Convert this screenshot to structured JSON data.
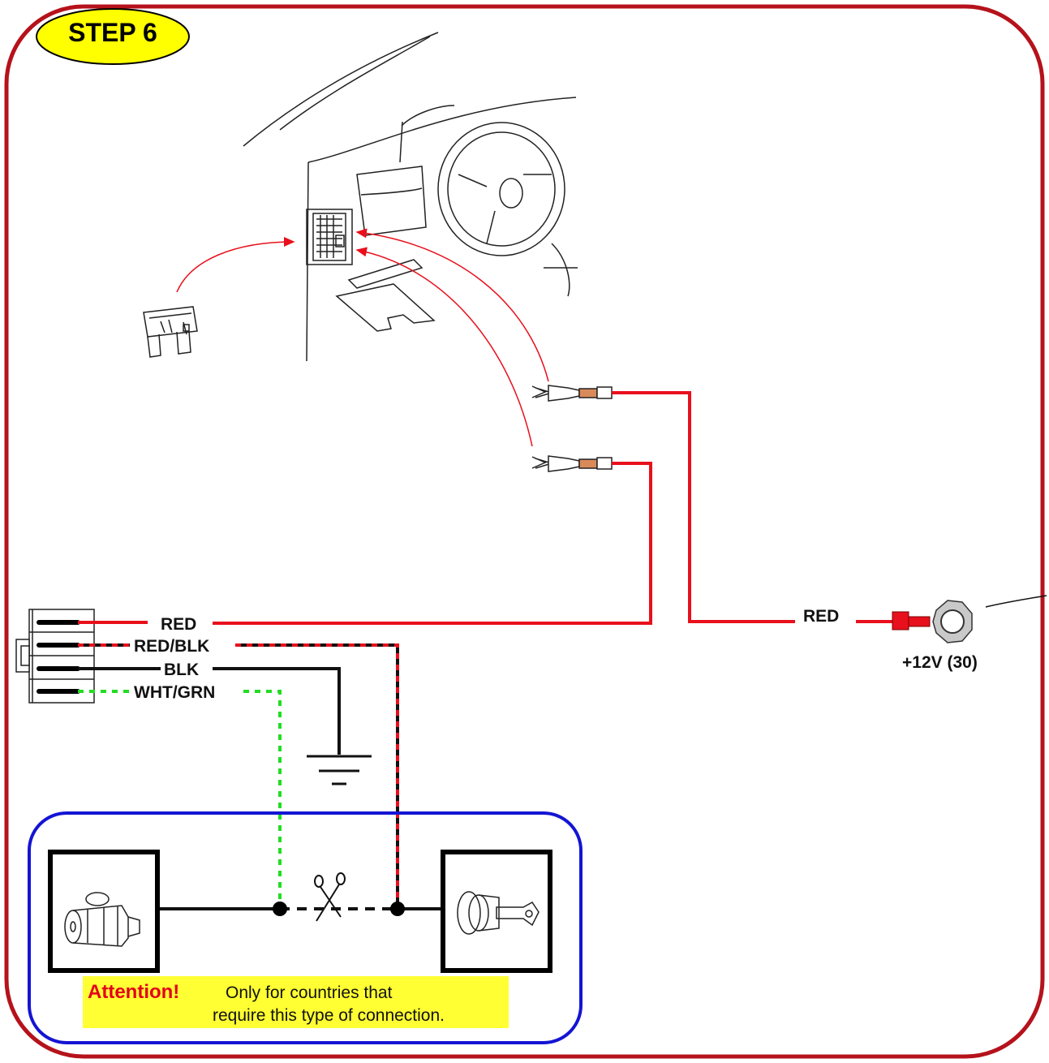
{
  "step_badge": {
    "label": "STEP 6"
  },
  "wires": {
    "red_label": "RED",
    "red_blk_label": "RED/BLK",
    "blk_label": "BLK",
    "wht_grn_label": "WHT/GRN",
    "red_supply_label": "RED"
  },
  "terminal": {
    "label": "+12V (30)"
  },
  "attention": {
    "title": "Attention!",
    "line1": "Only for countries that",
    "line2": "require this type of connection."
  },
  "colors": {
    "frame": "#b5121b",
    "red_wire": "#e8101c",
    "black_wire": "#111111",
    "green_wire": "#22dd22",
    "blue_frame": "#1414d4",
    "badge": "#ffff00",
    "attention_bg": "#ffff33",
    "attention_title": "#e3001b"
  },
  "icons": [
    "fuse-icon",
    "terminal-connector-icon",
    "starter-motor-icon",
    "ignition-switch-icon",
    "scissors-icon",
    "ground-icon",
    "ring-terminal-icon"
  ]
}
